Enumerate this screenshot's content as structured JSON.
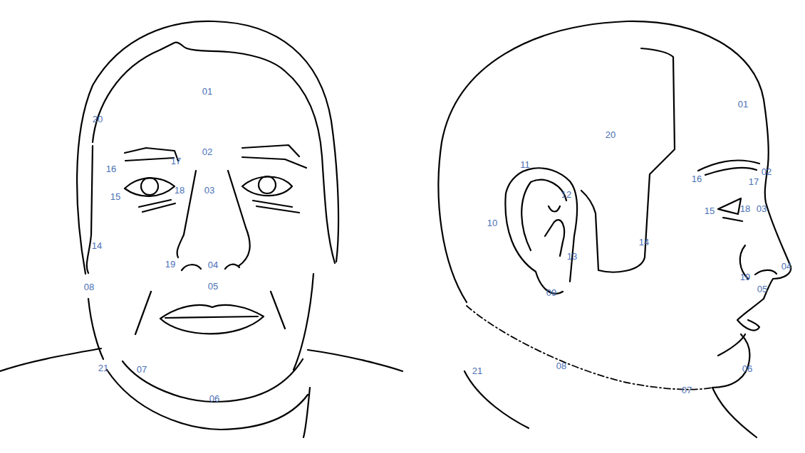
{
  "diagram": {
    "labels": [
      "01",
      "20",
      "02",
      "17",
      "16",
      "15",
      "18",
      "03",
      "14",
      "19",
      "04",
      "08",
      "05",
      "21",
      "07",
      "06",
      "01",
      "20",
      "02",
      "16",
      "17",
      "11",
      "12",
      "15",
      "18",
      "03",
      "10",
      "14",
      "13",
      "19",
      "04",
      "05",
      "09",
      "21",
      "08",
      "06",
      "07"
    ]
  }
}
